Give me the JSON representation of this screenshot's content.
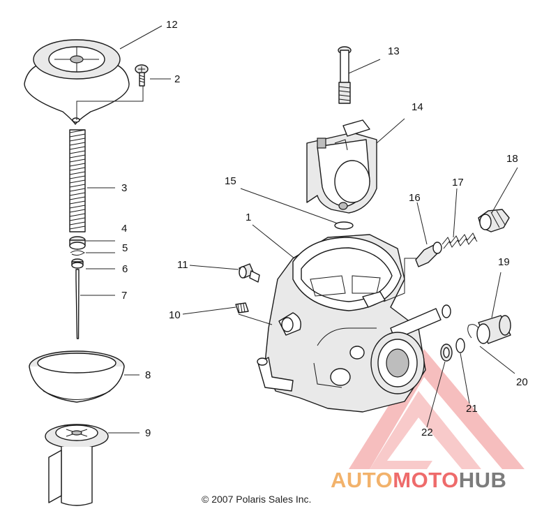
{
  "callouts": {
    "c1": "1",
    "c2": "2",
    "c3": "3",
    "c4": "4",
    "c5": "5",
    "c6": "6",
    "c7": "7",
    "c8": "8",
    "c9": "9",
    "c10": "10",
    "c11": "11",
    "c12": "12",
    "c13": "13",
    "c14": "14",
    "c15": "15",
    "c16": "16",
    "c17": "17",
    "c18": "18",
    "c19": "19",
    "c20": "20",
    "c21": "21",
    "c22": "22"
  },
  "copyright": "© 2007 Polaris Sales Inc.",
  "watermark": {
    "part1": "AUTO",
    "part2": "MOTO",
    "part3": "HUB",
    "colors": {
      "part1": "#f2b26b",
      "part2": "#ee6b6b",
      "part3": "#7c7c7c"
    }
  }
}
